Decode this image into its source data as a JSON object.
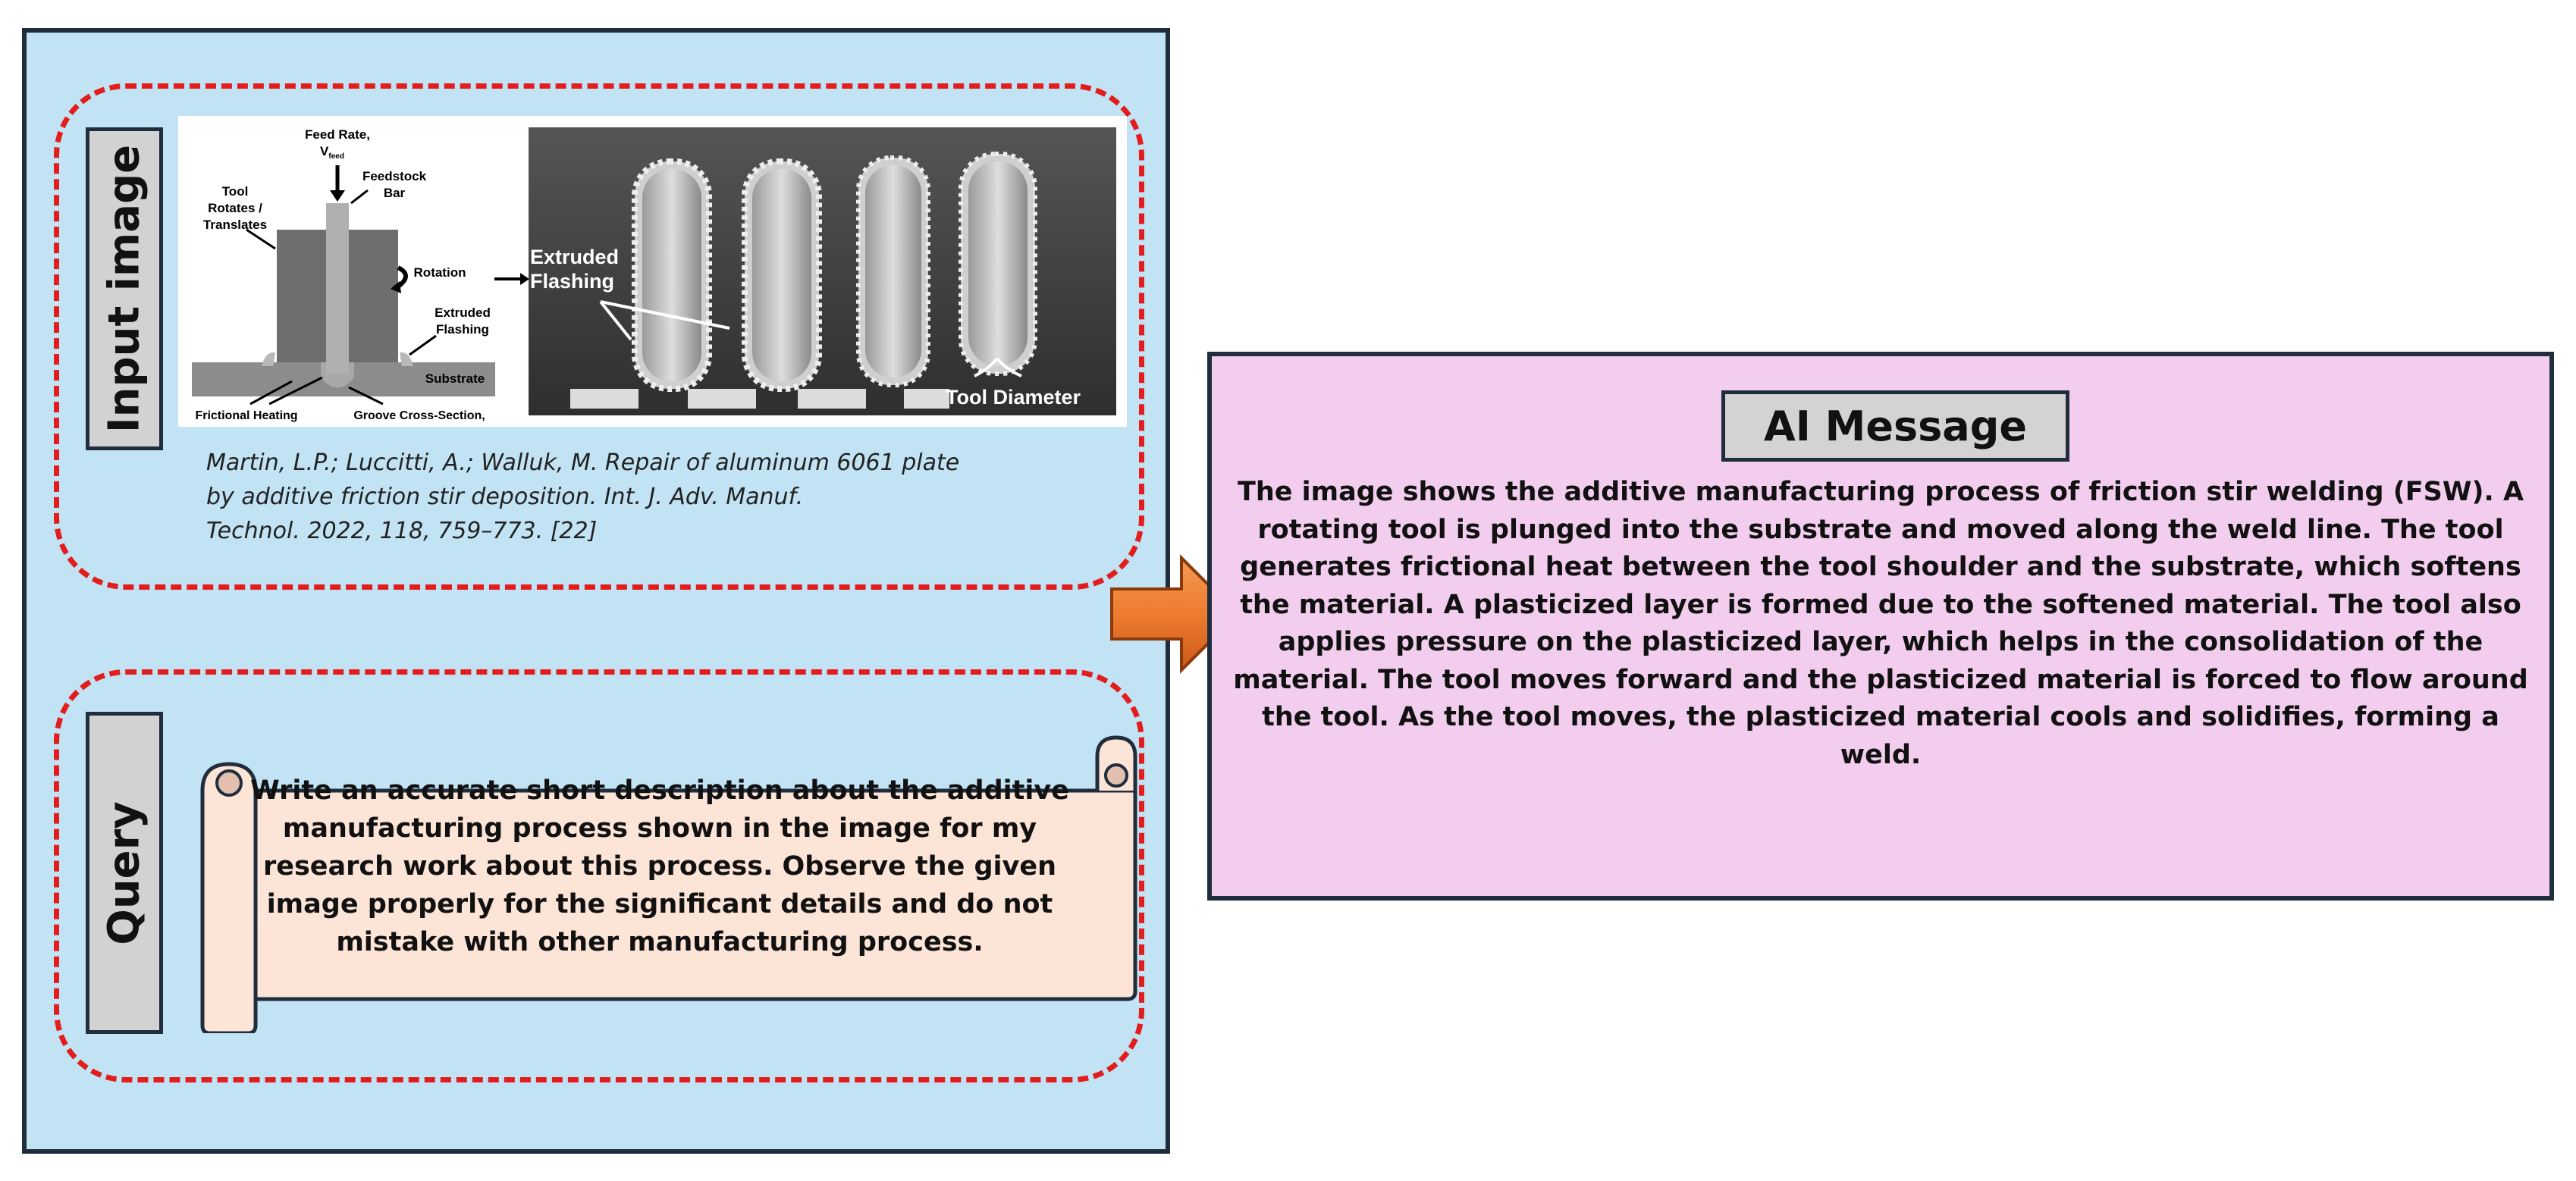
{
  "input_section": {
    "label": "Input image",
    "schematic": {
      "feed_rate_line1": "Feed Rate,",
      "feed_rate_line2": "V",
      "feed_rate_sub": "feed",
      "feedstock_line1": "Feedstock",
      "feedstock_line2": "Bar",
      "tool_line1": "Tool",
      "tool_line2": "Rotates /",
      "tool_line3": "Translates",
      "rotation": "Rotation",
      "extruded_line1": "Extruded",
      "extruded_line2": "Flashing",
      "substrate": "Substrate",
      "frictional_heating": "Frictional Heating",
      "groove": "Groove Cross-Section,"
    },
    "photo": {
      "extruded_line1": "Extruded",
      "extruded_line2": "Flashing",
      "tool_diameter": "Tool Diameter"
    },
    "citation_line1": "Martin, L.P.; Luccitti, A.; Walluk, M. Repair of aluminum 6061 plate",
    "citation_line2": "by additive friction stir deposition. Int. J. Adv. Manuf.",
    "citation_line3": "Technol. 2022, 118, 759–773. [22]"
  },
  "query_section": {
    "label": "Query",
    "text": "Write an accurate short description about the additive manufacturing process shown in the image for my research work about this process. Observe the given image properly for the significant details and do not mistake with other manufacturing process."
  },
  "ai_section": {
    "title": "AI Message",
    "text": "The image shows the additive manufacturing process of friction stir welding (FSW). A rotating tool is plunged into the substrate and moved along the weld line. The tool generates frictional heat between the tool shoulder and the substrate, which softens the material. A plasticized layer is formed due to the softened material. The tool also applies pressure on the plasticized layer, which helps in the consolidation of the material. The tool moves forward and the plasticized material is forced to flow around the tool. As the tool moves, the plasticized material cools and solidifies, forming a weld."
  },
  "colors": {
    "left_panel_bg": "#c2e3f3",
    "right_panel_bg": "#f2cdee",
    "dashed_border": "#e31d1d",
    "scroll_fill": "#fce4d6",
    "arrow": "#ee7b2f",
    "label_bg": "#d2d2d2"
  }
}
